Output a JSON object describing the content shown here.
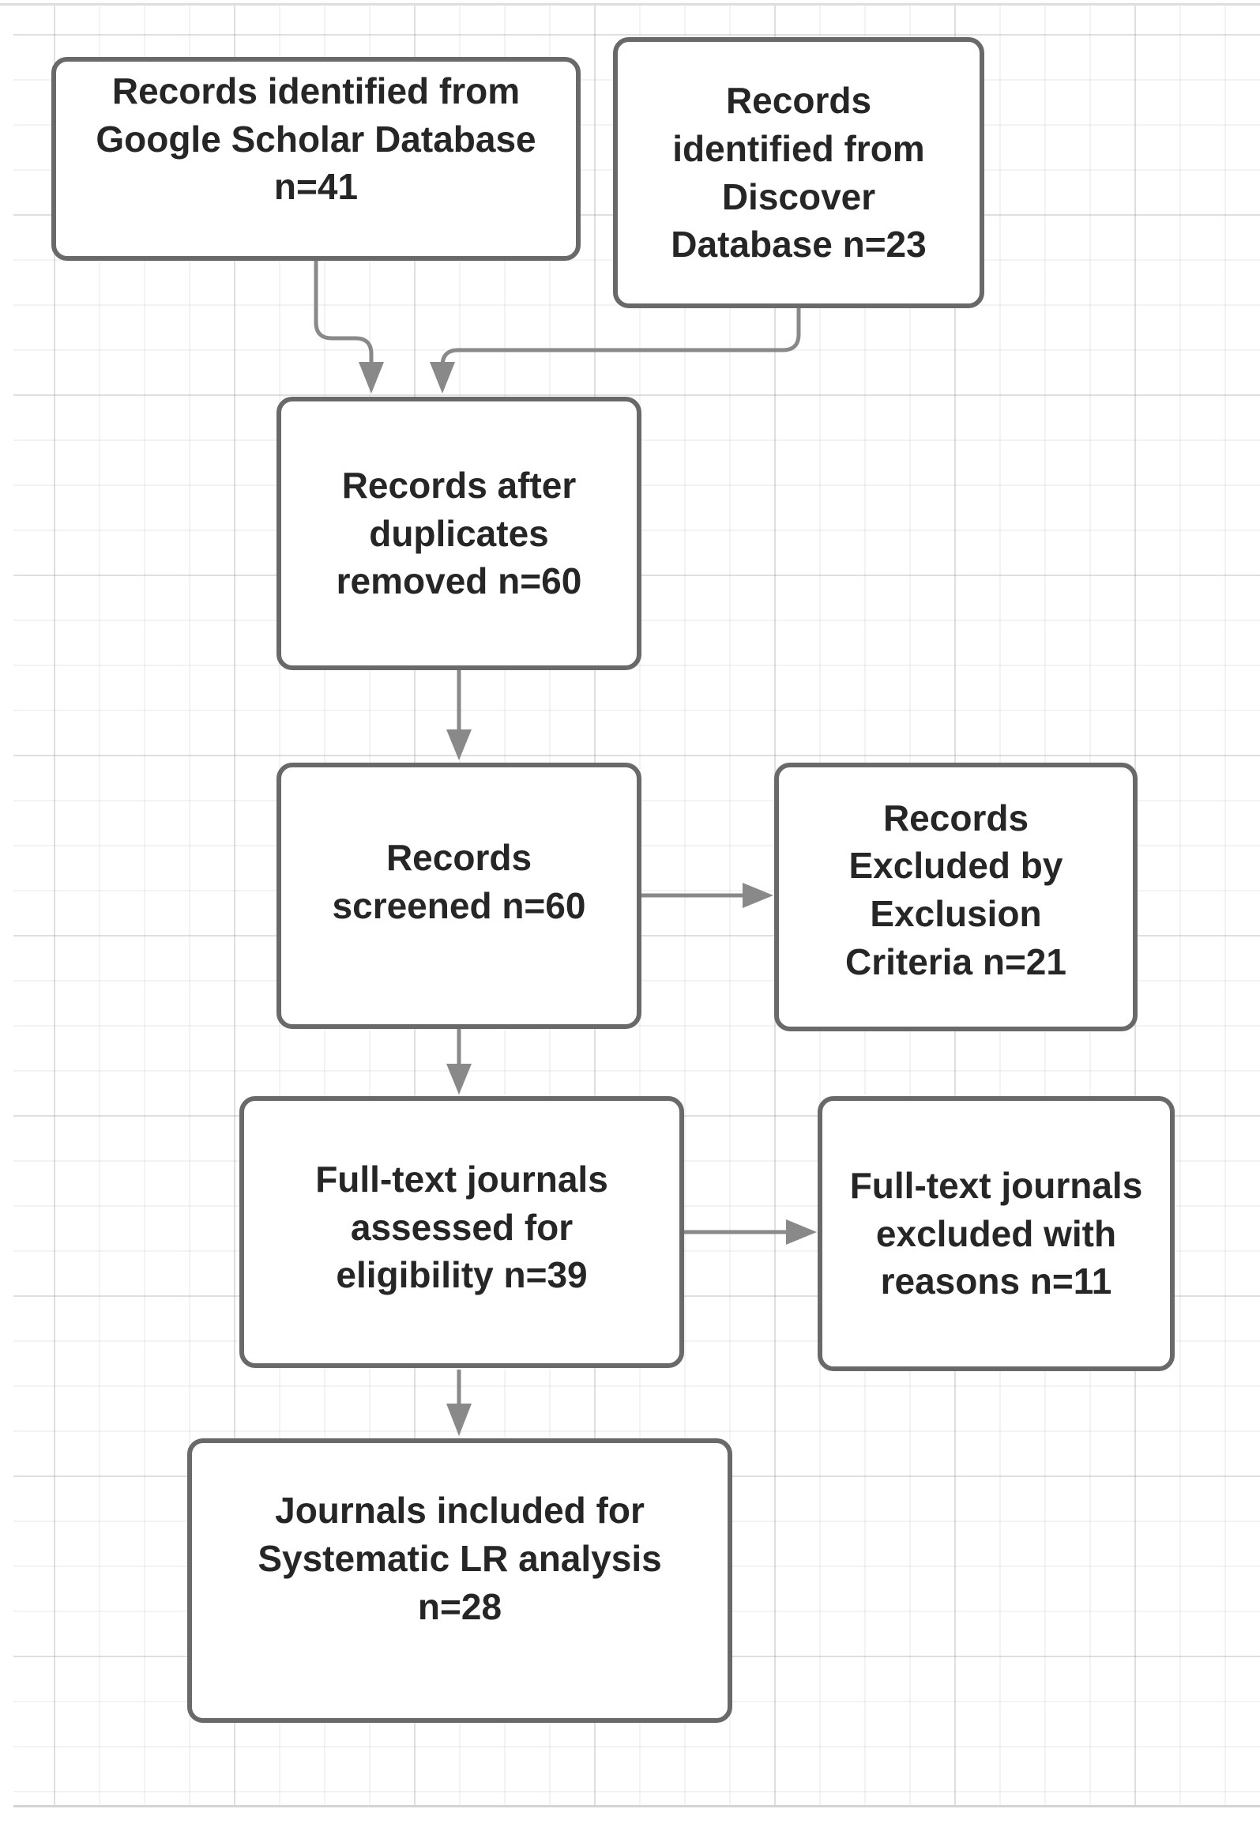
{
  "figure": {
    "type": "flowchart",
    "style": "systematic-literature-review-prisma-flow",
    "boxes": [
      {
        "id": "identified-google-scholar",
        "lines": [
          "Records identified from",
          "Google Scholar Database",
          "n=41"
        ],
        "count": 41
      },
      {
        "id": "identified-discover",
        "lines": [
          "Records",
          "identified from",
          "Discover",
          "Database n=23"
        ],
        "count": 23
      },
      {
        "id": "duplicates-removed",
        "lines": [
          "Records after",
          "duplicates",
          "removed n=60"
        ],
        "count": 60
      },
      {
        "id": "records-screened",
        "lines": [
          "Records",
          "screened n=60"
        ],
        "count": 60
      },
      {
        "id": "records-excluded",
        "lines": [
          "Records",
          "Excluded by",
          "Exclusion",
          "Criteria n=21"
        ],
        "count": 21
      },
      {
        "id": "fulltext-assessed",
        "lines": [
          "Full-text journals",
          "assessed for",
          "eligibility n=39"
        ],
        "count": 39
      },
      {
        "id": "fulltext-excluded",
        "lines": [
          "Full-text journals",
          "excluded with",
          "reasons n=11"
        ],
        "count": 11
      },
      {
        "id": "journals-included",
        "lines": [
          "Journals included for",
          "Systematic LR analysis",
          "n=28"
        ],
        "count": 28
      }
    ],
    "connectors": [
      {
        "from": "identified-google-scholar",
        "to": "duplicates-removed"
      },
      {
        "from": "identified-discover",
        "to": "duplicates-removed"
      },
      {
        "from": "duplicates-removed",
        "to": "records-screened"
      },
      {
        "from": "records-screened",
        "to": "records-excluded"
      },
      {
        "from": "records-screened",
        "to": "fulltext-assessed"
      },
      {
        "from": "fulltext-assessed",
        "to": "fulltext-excluded"
      },
      {
        "from": "fulltext-assessed",
        "to": "journals-included"
      }
    ],
    "colors": {
      "background": "#ffffff",
      "grid_line": "#e9e9eb",
      "box_fill": "#ffffff",
      "box_border": "#696969",
      "connector": "#898989",
      "text": "#262626"
    }
  }
}
